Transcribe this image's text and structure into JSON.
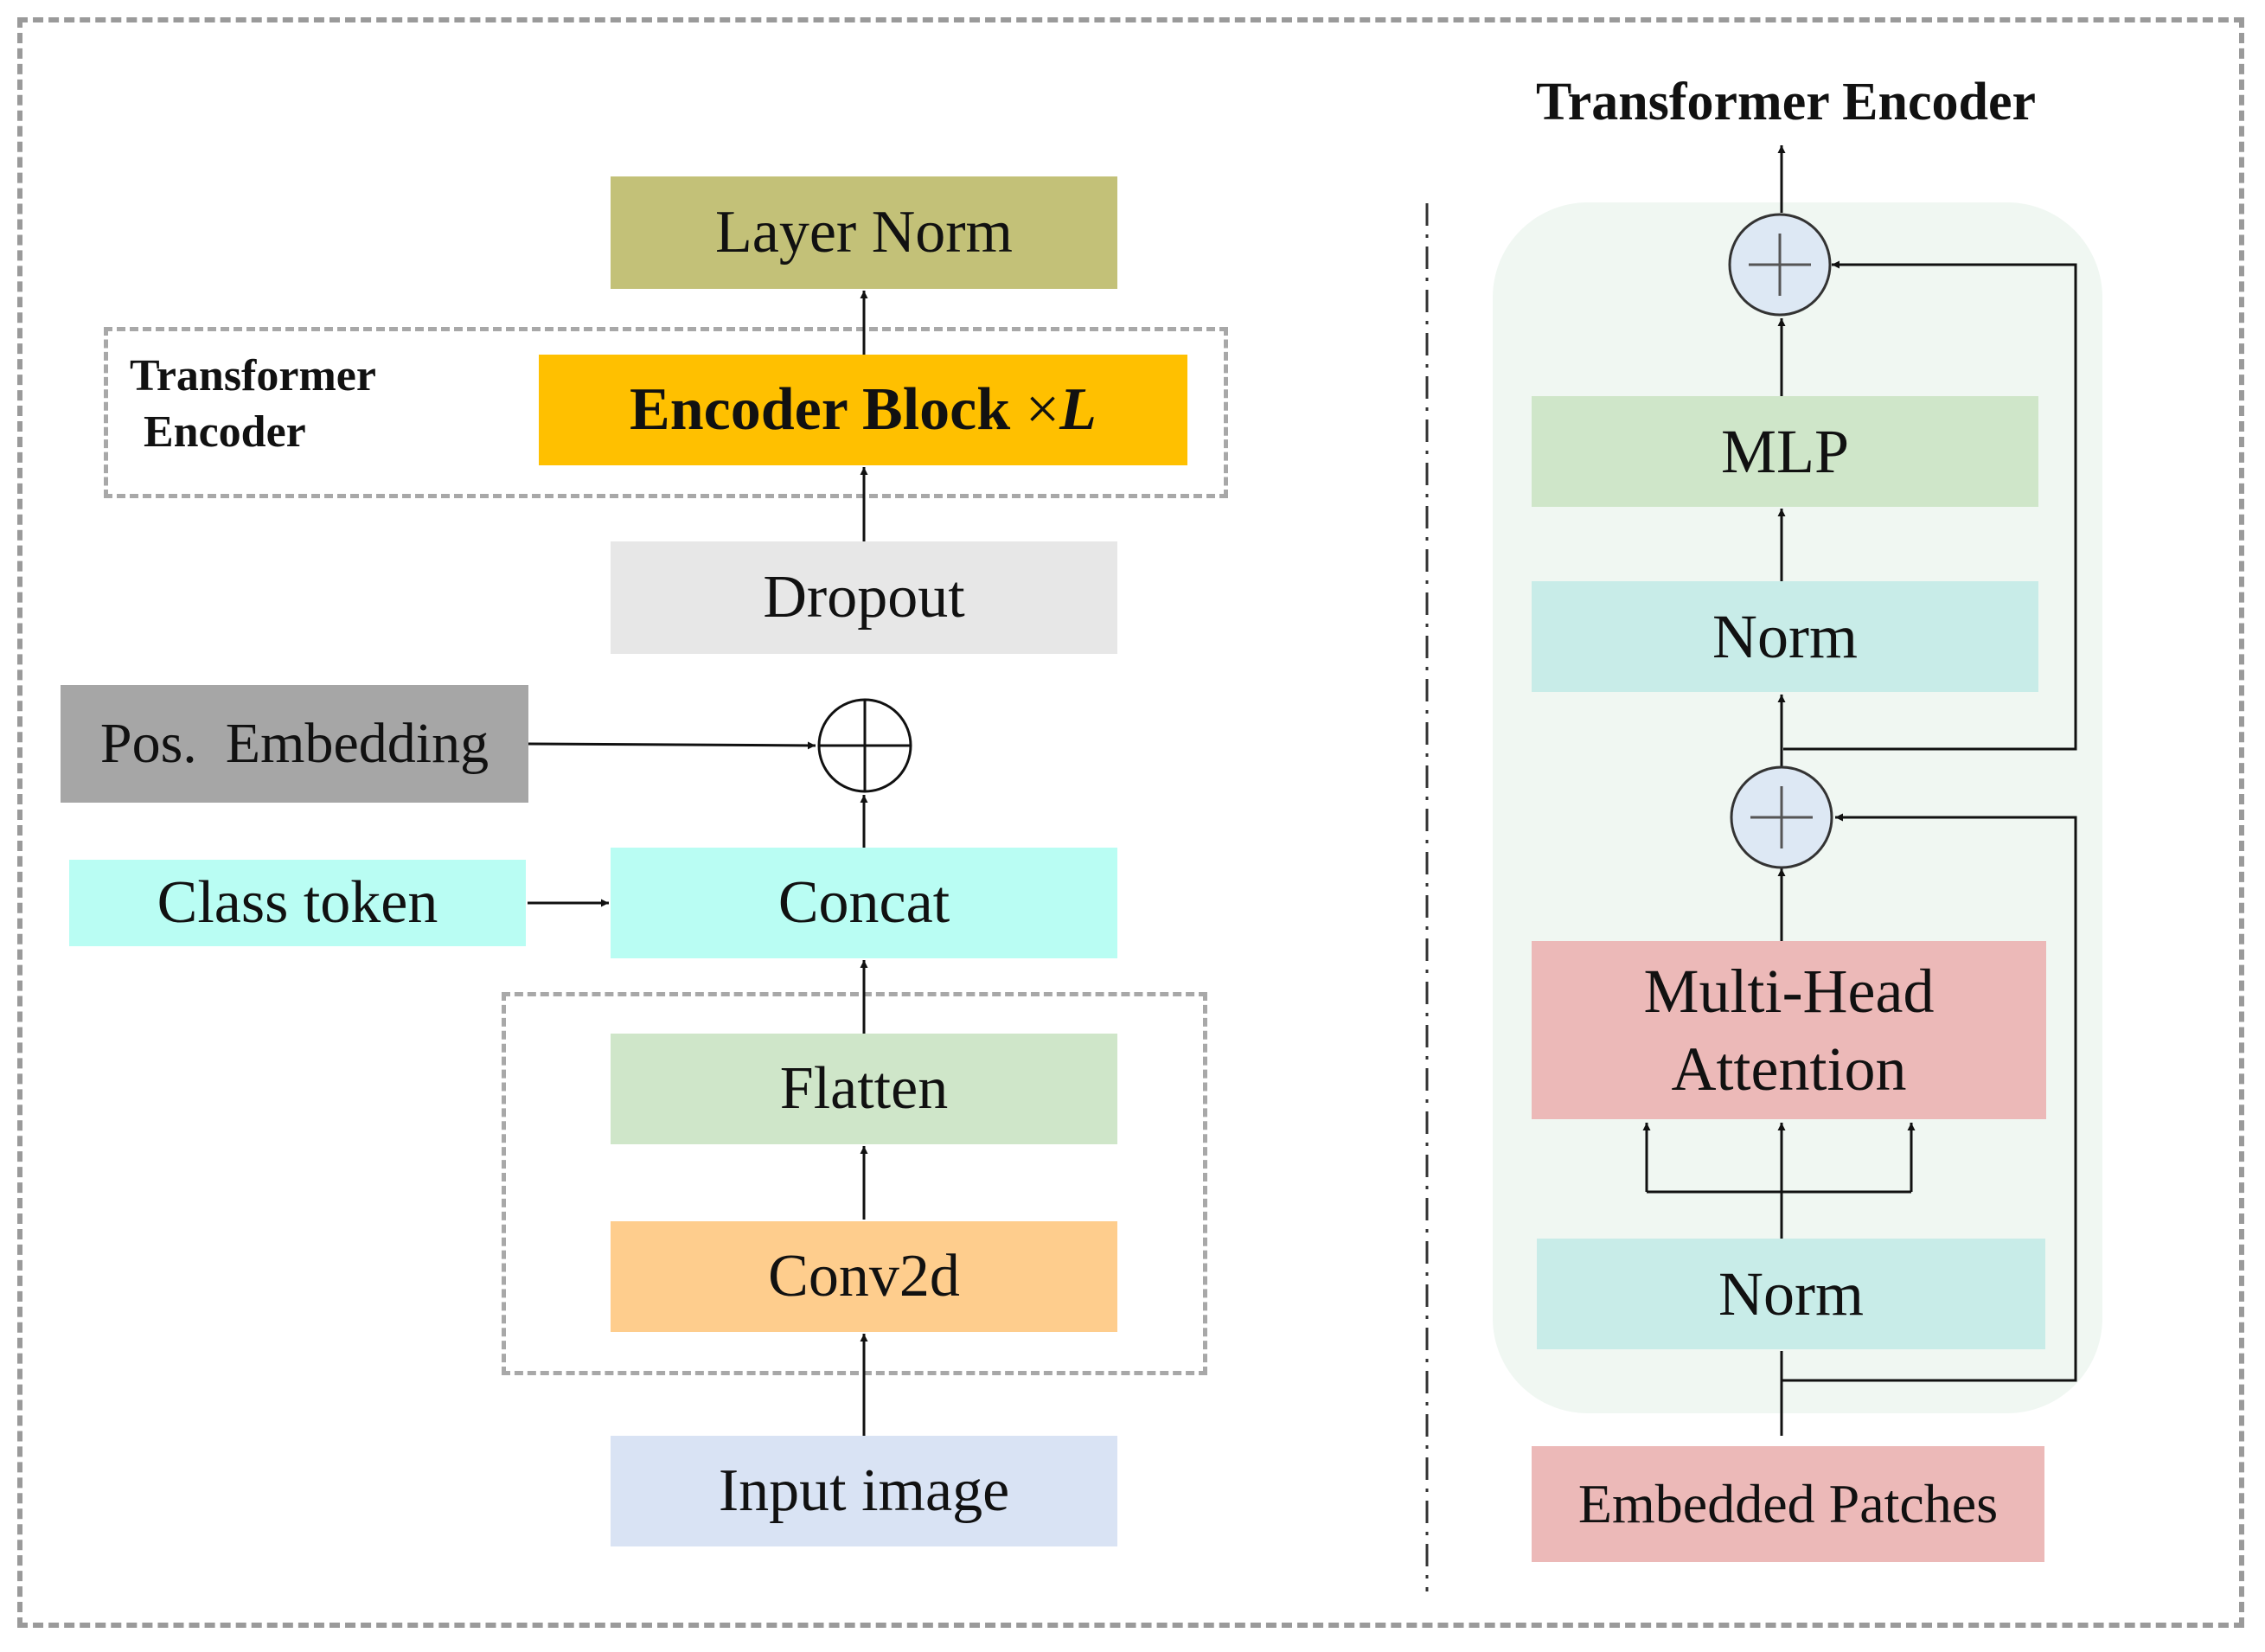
{
  "left_diagram": {
    "layer_norm": "Layer Norm",
    "transformer_encoder_label": [
      "Transformer",
      "Encoder"
    ],
    "encoder_block": "Encoder Block ",
    "encoder_block_times": "×",
    "encoder_block_L": "L",
    "dropout": "Dropout",
    "pos_embedding": "Pos.  Embedding",
    "class_token": "Class token",
    "concat": "Concat",
    "flatten": "Flatten",
    "conv2d": "Conv2d",
    "input_image": "Input image"
  },
  "right_diagram": {
    "title": "Transformer Encoder",
    "mlp": "MLP",
    "norm_top": "Norm",
    "attention_line1": "Multi-Head",
    "attention_line2": "Attention",
    "norm_bottom": "Norm",
    "embedded_patches": "Embedded Patches"
  },
  "colors": {
    "layer_norm": "#c3c178",
    "encoder_block": "#ffc000",
    "dropout": "#e7e7e7",
    "pos_embedding": "#a6a6a6",
    "class_token": "#b9fdf3",
    "concat": "#b9fdf3",
    "flatten": "#cfe6c9",
    "conv2d": "#fecd8d",
    "input_image": "#d9e3f4",
    "encoder_panel": "#f0f7f2",
    "mlp": "#cfe6c9",
    "norm": "#c8ece8",
    "attention": "#ecb9b8",
    "embedded_patches": "#ecb9b8",
    "add_circle": "#dde8f4"
  }
}
